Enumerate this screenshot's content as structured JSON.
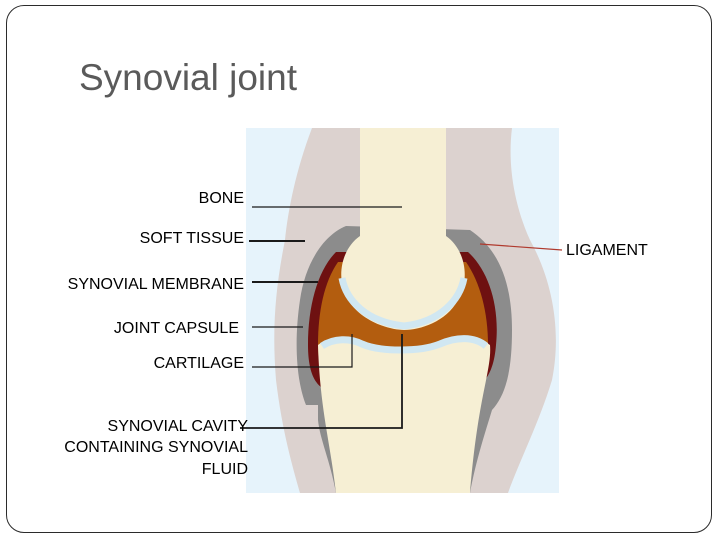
{
  "slide": {
    "title": "Synovial joint"
  },
  "labels": {
    "bone": "BONE",
    "soft_tissue": "SOFT TISSUE",
    "synovial_membrane": "SYNOVIAL MEMBRANE",
    "joint_capsule": "JOINT CAPSULE",
    "cartilage": "CARTILAGE",
    "synovial_cavity_line1": "SYNOVIAL  CAVITY",
    "synovial_cavity_line2": "CONTAINING SYNOVIAL",
    "synovial_cavity_line3": "FLUID",
    "ligament": "LIGAMENT"
  },
  "colors": {
    "background_panel": "#e6f3fb",
    "soft_tissue": "#d9cfcc",
    "bone": "#f6efd4",
    "capsule": "#8f8f8f",
    "synovial_fluid": "#b35d0f",
    "membrane": "#7a1010",
    "cartilage": "#d4e9f3",
    "ligament_line": "#b03a2e"
  }
}
